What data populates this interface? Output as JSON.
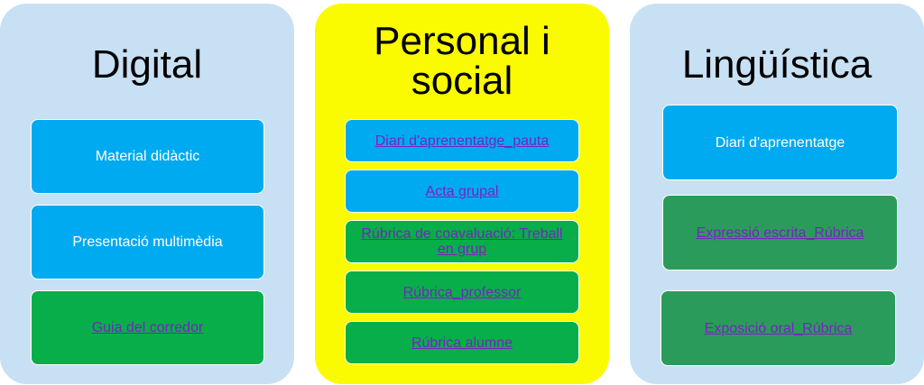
{
  "columns": [
    {
      "title": "Digital",
      "items": [
        {
          "label": "Material didàctic",
          "link": false
        },
        {
          "label": "Presentació multimèdia",
          "link": false
        },
        {
          "label": "Guia del corredor",
          "link": true
        }
      ]
    },
    {
      "title": "Personal i social",
      "items": [
        {
          "label": "Diari d'aprenentatge_pauta",
          "link": true
        },
        {
          "label": "Acta grupal",
          "link": true
        },
        {
          "label": "Rúbrica de coavaluació: Treball en grup",
          "link": true
        },
        {
          "label": "Rúbrica_professor",
          "link": true
        },
        {
          "label": "Rúbrica alumne",
          "link": true
        }
      ]
    },
    {
      "title": "Lingüística",
      "items": [
        {
          "label": "Diari d'aprenentatge",
          "link": false
        },
        {
          "label": "Expressió escrita_Rúbrica",
          "link": true
        },
        {
          "label": "Exposició oral_Rúbrica",
          "link": true
        }
      ]
    }
  ],
  "colors": {
    "column_light_blue": "#c8e0f4",
    "column_yellow": "#fafa00",
    "card_blue": "#00aaf0",
    "card_green": "#07ae4a",
    "card_dark_green": "#2a9b5a",
    "link_purple": "#7b22c4"
  }
}
